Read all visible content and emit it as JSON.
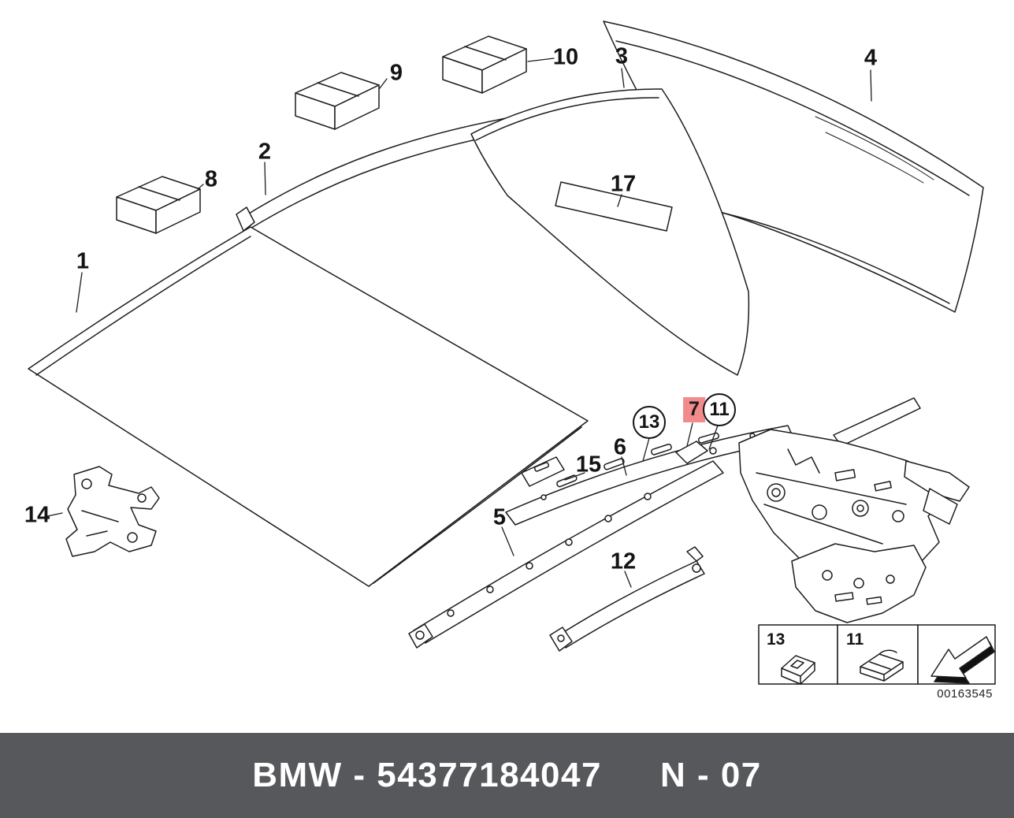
{
  "callouts": {
    "c1": "1",
    "c2": "2",
    "c3": "3",
    "c4": "4",
    "c5": "5",
    "c6": "6",
    "c7": "7",
    "c8": "8",
    "c9": "9",
    "c10": "10",
    "c11": "11",
    "c12": "12",
    "c13": "13",
    "c14": "14",
    "c15": "15",
    "c17": "17"
  },
  "legend": {
    "item1_label": "13",
    "item2_label": "11"
  },
  "image_id": "00163545",
  "footer": {
    "left_text": "BMW - 54377184047",
    "right_text": "N - 07",
    "bar_color": "#57585b",
    "text_color": "#ffffff"
  },
  "colors": {
    "line": "#1c1c1c",
    "highlight": "#f28c8c"
  }
}
